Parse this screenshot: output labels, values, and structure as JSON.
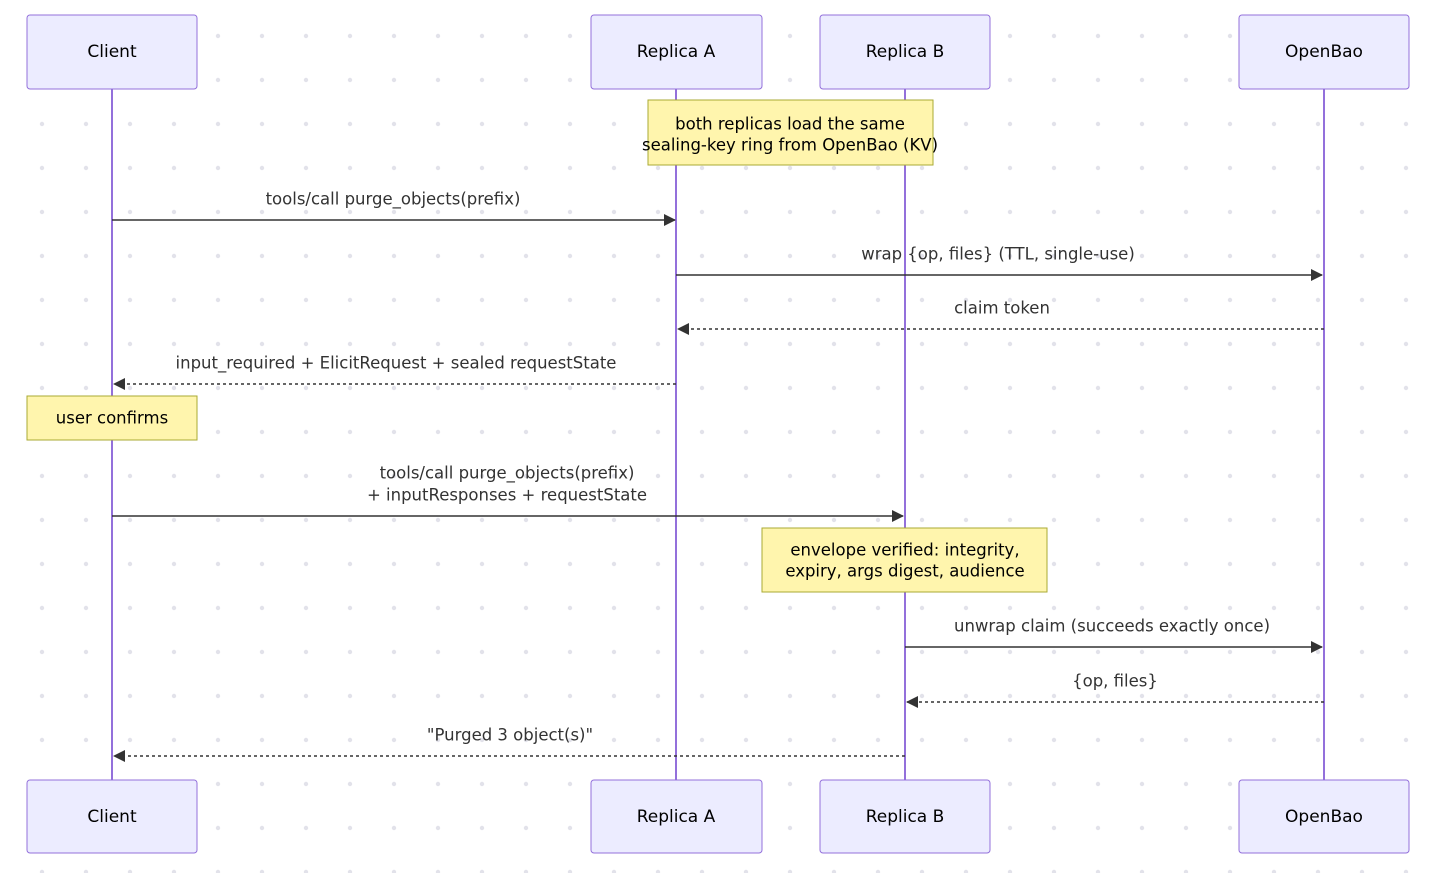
{
  "participants": [
    {
      "id": "client",
      "label": "Client"
    },
    {
      "id": "replicaA",
      "label": "Replica A"
    },
    {
      "id": "replicaB",
      "label": "Replica B"
    },
    {
      "id": "openbao",
      "label": "OpenBao"
    }
  ],
  "notes": [
    {
      "lines": [
        "both replicas load the same",
        "sealing-key ring from OpenBao (KV)"
      ]
    },
    {
      "lines": [
        "user confirms"
      ]
    },
    {
      "lines": [
        "envelope verified: integrity,",
        "expiry, args digest, audience"
      ]
    }
  ],
  "messages": [
    {
      "lines": [
        "tools/call purge_objects(prefix)"
      ],
      "from": "client",
      "to": "replicaA",
      "style": "solid"
    },
    {
      "lines": [
        "wrap {op, files} (TTL, single-use)"
      ],
      "from": "replicaA",
      "to": "openbao",
      "style": "solid"
    },
    {
      "lines": [
        "claim token"
      ],
      "from": "openbao",
      "to": "replicaA",
      "style": "dashed"
    },
    {
      "lines": [
        "input_required + ElicitRequest + sealed requestState"
      ],
      "from": "replicaA",
      "to": "client",
      "style": "dashed"
    },
    {
      "lines": [
        "tools/call purge_objects(prefix)",
        "+ inputResponses + requestState"
      ],
      "from": "client",
      "to": "replicaB",
      "style": "solid"
    },
    {
      "lines": [
        "unwrap claim (succeeds exactly once)"
      ],
      "from": "replicaB",
      "to": "openbao",
      "style": "solid"
    },
    {
      "lines": [
        "{op, files}"
      ],
      "from": "openbao",
      "to": "replicaB",
      "style": "dashed"
    },
    {
      "lines": [
        "\"Purged 3 object(s)\""
      ],
      "from": "replicaB",
      "to": "client",
      "style": "dashed"
    }
  ],
  "colors": {
    "actor_fill": "#ECECFF",
    "actor_stroke": "#9370DB",
    "note_fill": "#FFF5AD",
    "note_stroke": "#AAAA33",
    "message_line": "#333333"
  }
}
